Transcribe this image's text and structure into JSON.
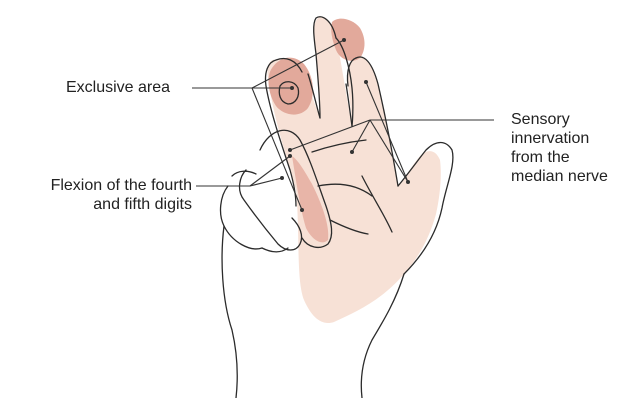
{
  "labels": {
    "exclusive_area": "Exclusive area",
    "flexion": {
      "line1": "Flexion of the fourth",
      "line2": "and fifth digits"
    },
    "sensory": {
      "line1": "Sensory",
      "line2": "innervation",
      "line3": "from the",
      "line4": "median nerve"
    }
  },
  "colors": {
    "sensory_area": "#f7e1d6",
    "exclusive_area": "#e2a99b",
    "outline": "#2b2b2b",
    "leader_line": "#333333",
    "text": "#222222"
  }
}
